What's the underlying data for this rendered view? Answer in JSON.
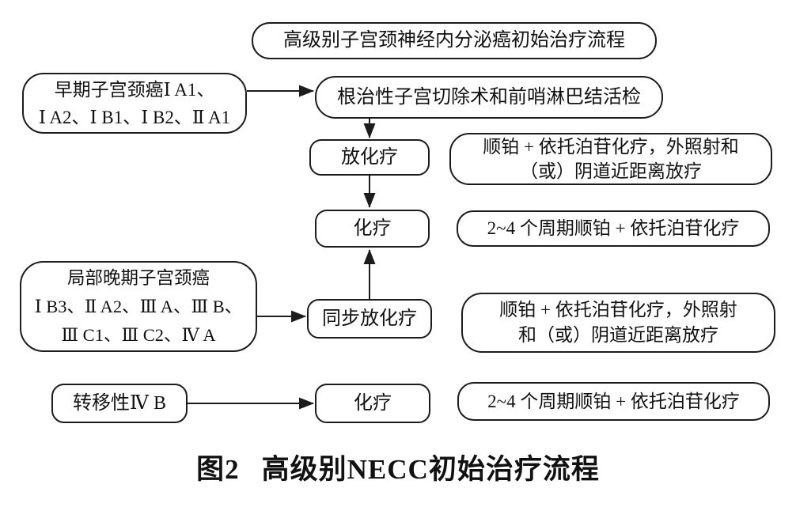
{
  "figure": {
    "title_node": "高级别子宫颈神经内分泌癌初始治疗流程",
    "nodes": {
      "early_stage": {
        "lines": [
          "早期子宫颈癌Ⅰ A1、",
          "Ⅰ A2、Ⅰ B1、Ⅰ B2、Ⅱ A1"
        ]
      },
      "surgery": {
        "label": "根治性子宫切除术和前哨淋巴结活检"
      },
      "chemoradiotherapy": {
        "label": "放化疗"
      },
      "regimen_chemoradio": {
        "lines": [
          "顺铂 + 依托泊苷化疗，外照射和",
          "（或）阴道近距离放疗"
        ]
      },
      "chemotherapy_top": {
        "label": "化疗"
      },
      "regimen_chemo_top": {
        "label": "2~4 个周期顺铂 + 依托泊苷化疗"
      },
      "locally_advanced": {
        "lines": [
          "局部晚期子宫颈癌",
          "Ⅰ B3、Ⅱ A2、Ⅲ A、Ⅲ B、",
          "Ⅲ C1、Ⅲ C2、Ⅳ A"
        ]
      },
      "concurrent_chemoradio": {
        "label": "同步放化疗"
      },
      "regimen_concurrent": {
        "lines": [
          "顺铂 + 依托泊苷化疗，外照射",
          "和（或）阴道近距离放疗"
        ]
      },
      "metastatic": {
        "label": "转移性Ⅳ B"
      },
      "chemotherapy_bottom": {
        "label": "化疗"
      },
      "regimen_chemo_bottom": {
        "label": "2~4 个周期顺铂 + 依托泊苷化疗"
      }
    },
    "edges": [
      {
        "from": "early_stage",
        "to": "surgery"
      },
      {
        "from": "surgery",
        "to": "chemoradiotherapy"
      },
      {
        "from": "chemoradiotherapy",
        "to": "chemotherapy_top"
      },
      {
        "from": "concurrent_chemoradio",
        "to": "chemotherapy_top"
      },
      {
        "from": "locally_advanced",
        "to": "concurrent_chemoradio"
      },
      {
        "from": "metastatic",
        "to": "chemotherapy_bottom"
      }
    ],
    "caption": {
      "label": "图2",
      "title": "高级别NECC初始治疗流程"
    }
  },
  "colors": {
    "line": "#1c1c1c",
    "text": "#111111",
    "background": "#ffffff"
  }
}
